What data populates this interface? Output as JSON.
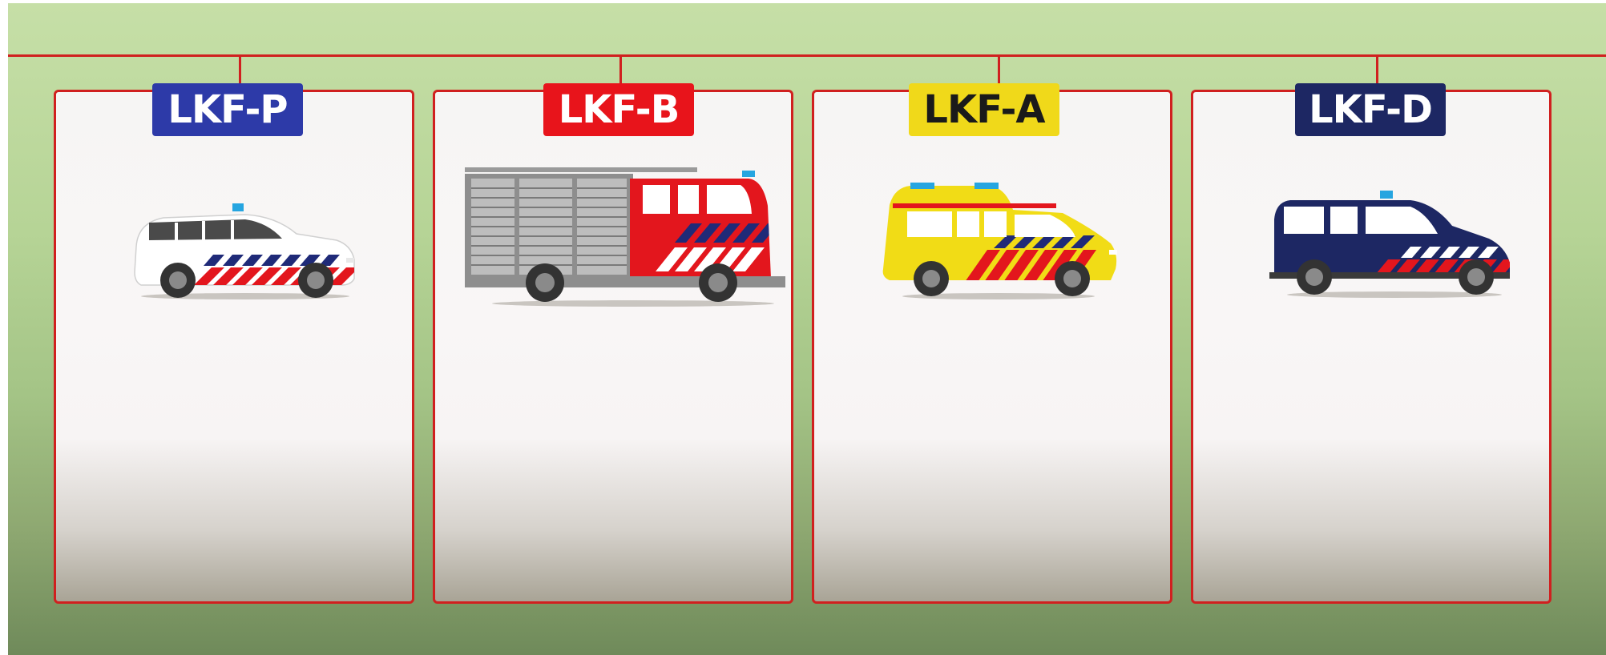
{
  "panels": [
    {
      "label": "LKF-P",
      "tag_bg": "#2d3aa8",
      "tag_fg": "#ffffff",
      "icon": "police-car-icon"
    },
    {
      "label": "LKF-B",
      "tag_bg": "#e8141b",
      "tag_fg": "#ffffff",
      "icon": "fire-truck-icon"
    },
    {
      "label": "LKF-A",
      "tag_bg": "#f0d91a",
      "tag_fg": "#1a1a1a",
      "icon": "ambulance-icon"
    },
    {
      "label": "LKF-D",
      "tag_bg": "#1d2763",
      "tag_fg": "#ffffff",
      "icon": "police-van-icon"
    }
  ],
  "colors": {
    "frame_red": "#d0201f",
    "background_green": "#b6d496"
  }
}
